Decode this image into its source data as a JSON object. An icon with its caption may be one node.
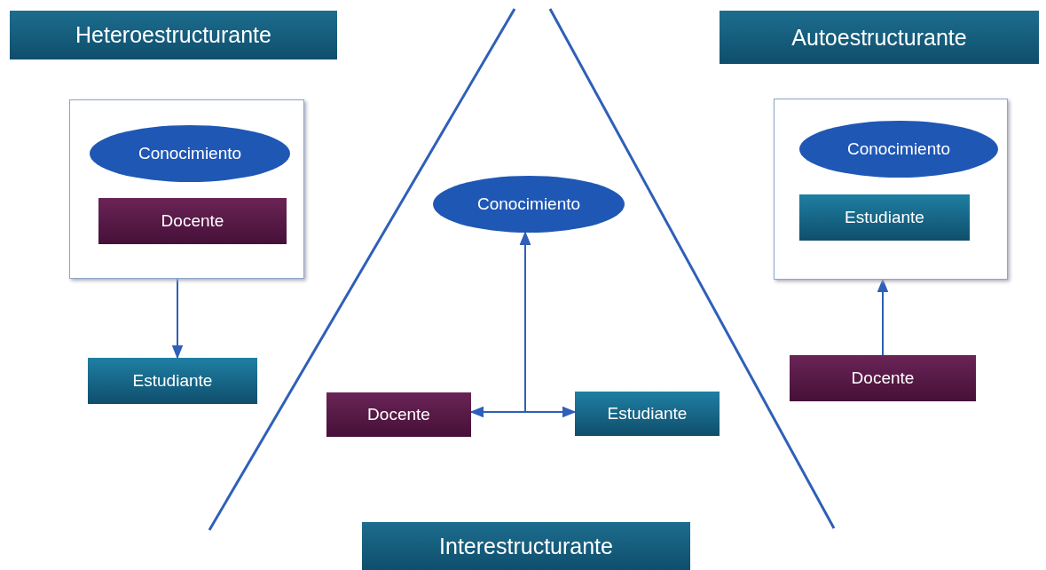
{
  "diagram": {
    "nodes": [
      {
        "text": [
          "Heteroestructurante"
        ]
      },
      {
        "text": [
          "Autoestructurante"
        ]
      },
      {
        "text": [],
        "shape": "box"
      },
      {
        "text": [
          "Conocimiento"
        ],
        "in": 2
      },
      {
        "text": [
          "Docente"
        ],
        "in": 2
      },
      {
        "text": [
          "Estudiante"
        ]
      },
      {
        "text": [
          "Conocimiento"
        ]
      },
      {
        "text": [
          "Docente"
        ]
      },
      {
        "text": [
          "Estudiante"
        ]
      },
      {
        "text": [],
        "shape": "box"
      },
      {
        "text": [
          "Conocimiento"
        ],
        "in": 9
      },
      {
        "text": [
          "Estudiante"
        ],
        "in": 9
      },
      {
        "text": [
          "Docente"
        ]
      },
      {
        "text": [
          "Interestructurante"
        ]
      }
    ],
    "edges": [
      {
        "from": 2,
        "to": 5,
        "arrow": "to"
      },
      {
        "from": 7,
        "to": 8,
        "arrow": "both"
      },
      {
        "from": 7,
        "to": 6,
        "arrow": "to"
      },
      {
        "from": 8,
        "to": 6,
        "arrow": "to"
      },
      {
        "from": 12,
        "to": 9,
        "arrow": "to"
      }
    ]
  }
}
